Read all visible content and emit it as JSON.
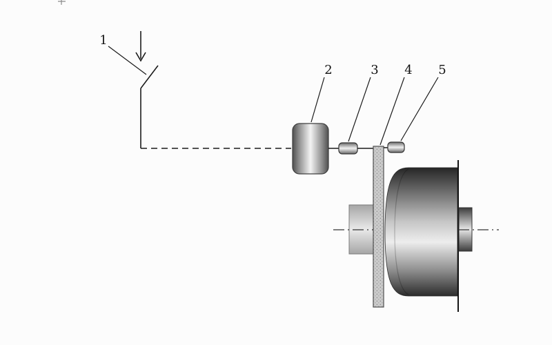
{
  "diagram": {
    "background": "#fcfcfc",
    "ink": "#1a1a1a",
    "palette": {
      "metal_dark": "#3a3a3a",
      "metal_mid": "#9a9a9a",
      "metal_light": "#f0f0f0",
      "disc_texture": "#c9c9c9"
    },
    "parts": {
      "label1_target": "knife-switch-symbol",
      "label2_target": "small-cylinder-coil",
      "label3_target": "left-coupler-block",
      "label4_target": "textured-vertical-disc",
      "label5_target": "right-coupler-block",
      "unlabeled": "large-cylinder-drum-with-shaft-and-centerline"
    },
    "labels": [
      {
        "text": "1"
      },
      {
        "text": "2"
      },
      {
        "text": "3"
      },
      {
        "text": "4"
      },
      {
        "text": "5"
      }
    ]
  }
}
